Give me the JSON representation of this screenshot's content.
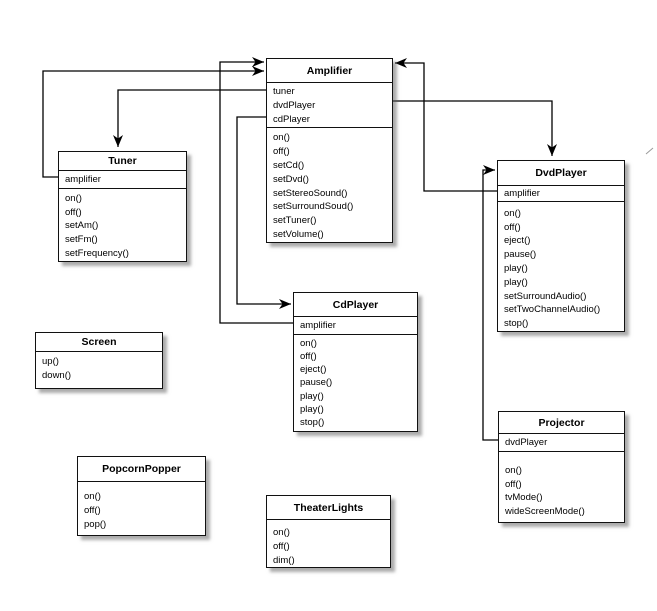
{
  "diagram": {
    "kind": "uml-class-diagram",
    "colors": {
      "box_fill": "#ffffff",
      "box_border": "#111111",
      "connector": "#000000",
      "shadow": "#5a5a5a"
    }
  },
  "classes": [
    {
      "name": "Amplifier",
      "attributes": [
        "tuner",
        "dvdPlayer",
        "cdPlayer"
      ],
      "methods": [
        "on()",
        "off()",
        "setCd()",
        "setDvd()",
        "setStereoSound()",
        "setSurroundSoud()",
        "setTuner()",
        "setVolume()"
      ]
    },
    {
      "name": "Tuner",
      "attributes": [
        "amplifier"
      ],
      "methods": [
        "on()",
        "off()",
        "setAm()",
        "setFm()",
        "setFrequency()"
      ]
    },
    {
      "name": "DvdPlayer",
      "attributes": [
        "amplifier"
      ],
      "methods": [
        "on()",
        "off()",
        "eject()",
        "pause()",
        "play()",
        "play()",
        "setSurroundAudio()",
        "setTwoChannelAudio()",
        "stop()"
      ]
    },
    {
      "name": "CdPlayer",
      "attributes": [
        "amplifier"
      ],
      "methods": [
        "on()",
        "off()",
        "eject()",
        "pause()",
        "play()",
        "play()",
        "stop()"
      ]
    },
    {
      "name": "Screen",
      "attributes": [],
      "methods": [
        "up()",
        "down()"
      ]
    },
    {
      "name": "PopcornPopper",
      "attributes": [],
      "methods": [
        "on()",
        "off()",
        "pop()"
      ]
    },
    {
      "name": "TheaterLights",
      "attributes": [],
      "methods": [
        "on()",
        "off()",
        "dim()"
      ]
    },
    {
      "name": "Projector",
      "attributes": [
        "dvdPlayer"
      ],
      "methods": [
        "on()",
        "off()",
        "tvMode()",
        "wideScreenMode()"
      ]
    }
  ],
  "relationships": [
    {
      "from": "Amplifier.tuner",
      "to": "Tuner"
    },
    {
      "from": "Amplifier.dvdPlayer",
      "to": "DvdPlayer"
    },
    {
      "from": "Amplifier.cdPlayer",
      "to": "CdPlayer"
    },
    {
      "from": "Tuner.amplifier",
      "to": "Amplifier"
    },
    {
      "from": "CdPlayer.amplifier",
      "to": "Amplifier"
    },
    {
      "from": "DvdPlayer.amplifier",
      "to": "Amplifier"
    },
    {
      "from": "Projector.dvdPlayer",
      "to": "DvdPlayer"
    }
  ]
}
